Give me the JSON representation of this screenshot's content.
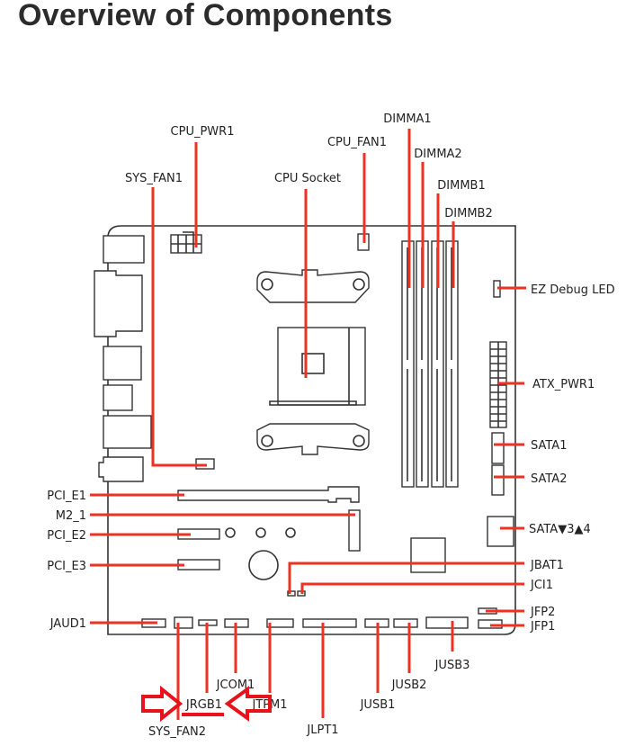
{
  "title": "Overview of Components",
  "accent_color": "#f03020",
  "labels": {
    "cpu_pwr1": "CPU_PWR1",
    "cpu_fan1": "CPU_FAN1",
    "sys_fan1": "SYS_FAN1",
    "cpu_socket": "CPU Socket",
    "dimma1": "DIMMA1",
    "dimma2": "DIMMA2",
    "dimmb1": "DIMMB1",
    "dimmb2": "DIMMB2",
    "ez_debug_led": "EZ Debug LED",
    "atx_pwr1": "ATX_PWR1",
    "sata1": "SATA1",
    "sata2": "SATA2",
    "sata34": "SATA▼3▲4",
    "jbat1": "JBAT1",
    "jci1": "JCI1",
    "jfp2": "JFP2",
    "jfp1": "JFP1",
    "pci_e1": "PCI_E1",
    "m2_1": "M2_1",
    "pci_e2": "PCI_E2",
    "pci_e3": "PCI_E3",
    "jaud1": "JAUD1",
    "sys_fan2": "SYS_FAN2",
    "jrgb1": "JRGB1",
    "jcom1": "JCOM1",
    "jtpm1": "JTPM1",
    "jlpt1": "JLPT1",
    "jusb1": "JUSB1",
    "jusb2": "JUSB2",
    "jusb3": "JUSB3"
  },
  "highlight": {
    "target": "JRGB1",
    "icons": [
      "arrow-right-icon",
      "arrow-left-icon"
    ]
  }
}
